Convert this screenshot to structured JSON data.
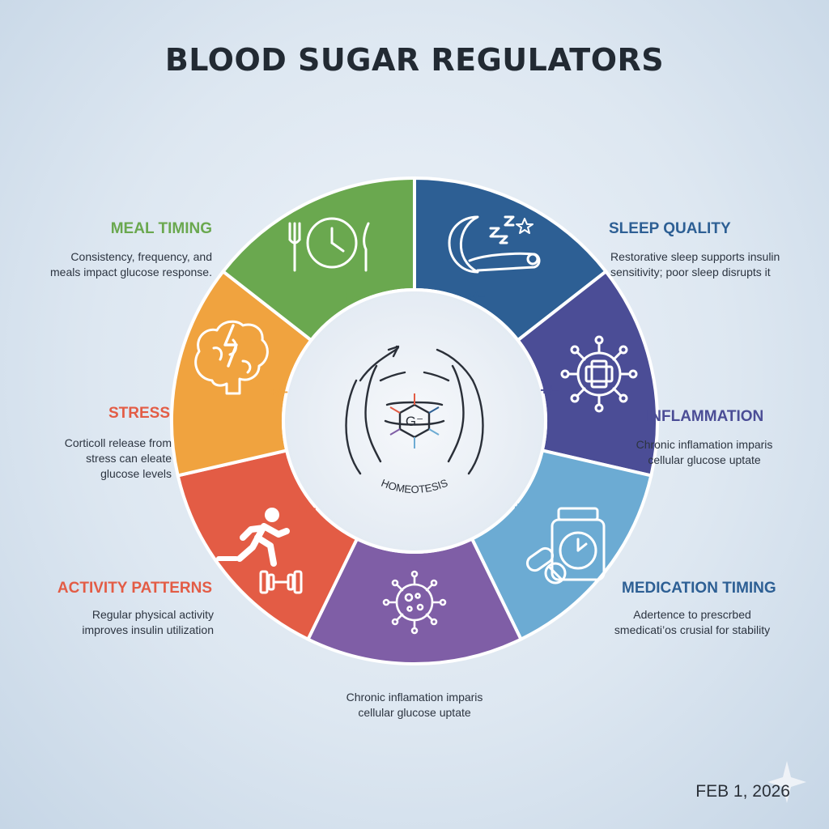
{
  "title": "BLOOD SUGAR REGULATORS",
  "center": {
    "label": "HOMEOTESIS",
    "glucose_symbol": "G⁻"
  },
  "modifier_symbol": "+/−",
  "colors": {
    "meal_timing": "#6aa84f",
    "sleep_quality": "#2d5f94",
    "inflammation": "#4b4d96",
    "medication_timing": "#6cabd3",
    "inflammation_lower": "#7f5ea6",
    "activity_patterns": "#e35c45",
    "stress": "#f0a33f"
  },
  "segments": {
    "meal_timing": {
      "title": "MEAL TIMING",
      "desc": [
        "Consistency, frequency, and",
        "meals impact glucose response."
      ],
      "icon": "fork-clock-knife-icon"
    },
    "sleep_quality": {
      "title": "SLEEP QUALITY",
      "desc": [
        "Restorative sleep supports insulin",
        "sensitivity; poor sleep disrupts it"
      ],
      "icon": "moon-sleep-icon"
    },
    "inflammation": {
      "title": "INFLAMMATION",
      "desc": [
        "Chronic inflamation imparis",
        "cellular glucose uptate"
      ],
      "icon": "virus-cross-icon"
    },
    "medication_timing": {
      "title": "MEDICATION TIMING",
      "desc": [
        "Adertence to prescrbed",
        "smedicati’os crusial for stability"
      ],
      "icon": "pill-bottle-clock-icon"
    },
    "inflammation_lower": {
      "desc": [
        "Chronic inflamation imparis",
        "cellular glucose uptate"
      ],
      "icon": "virus-icon"
    },
    "activity_patterns": {
      "title": "ACTIVITY PATTERNS",
      "desc": [
        "Regular physical activity",
        "improves insulin utilization"
      ],
      "icon": "runner-dumbbell-icon"
    },
    "stress": {
      "title": "STRESS",
      "desc": [
        "Corticoll release from",
        "stress can eleate",
        "glucose levels"
      ],
      "icon": "brain-lightning-icon"
    }
  },
  "date": "FEB 1, 2026"
}
